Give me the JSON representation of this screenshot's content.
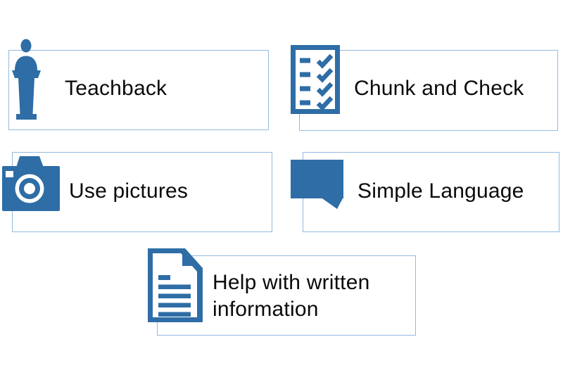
{
  "page": {
    "background": "#ffffff",
    "type": "slide-diagram"
  },
  "colors": {
    "icon_blue": "#2e6da6",
    "box_border": "#94bae0",
    "label_text": "#0a0a0a"
  },
  "diagram": {
    "items": [
      {
        "id": "teachback",
        "label": "Teachback",
        "icon": "person-at-lectern-icon"
      },
      {
        "id": "chunk-and-check",
        "label": "Chunk and Check",
        "icon": "checklist-icon"
      },
      {
        "id": "use-pictures",
        "label": "Use pictures",
        "icon": "camera-icon"
      },
      {
        "id": "simple-language",
        "label": "Simple Language",
        "icon": "speech-bubble-icon"
      },
      {
        "id": "help-written",
        "label": "Help with written information",
        "icon": "document-icon"
      }
    ]
  }
}
